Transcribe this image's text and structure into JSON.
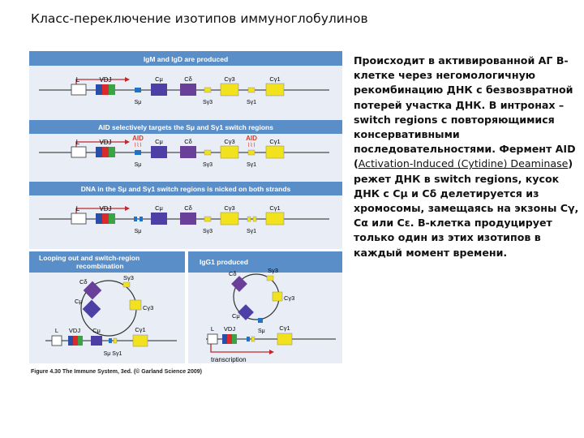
{
  "slide": {
    "title": "Класс-переключение изотипов иммуноглобулинов"
  },
  "figure": {
    "panels": [
      {
        "header": "IgM and IgD are produced"
      },
      {
        "header": "AID selectively targets the Sμ and Sγ1 switch regions"
      },
      {
        "header": "DNA in the Sμ and Sγ1 switch regions is nicked on both strands"
      },
      {
        "header": "Looping out and switch-region recombination"
      },
      {
        "header": "IgG1 produced"
      }
    ],
    "labels": {
      "L": "L",
      "VDJ": "VDJ",
      "Cmu": "Cμ",
      "Cdelta": "Cδ",
      "Cg3": "Cγ3",
      "Cg1": "Cγ1",
      "Smu": "Sμ",
      "Sg3": "Sγ3",
      "Sg1": "Sγ1",
      "Smu_Sg1": "Sμ Sγ1",
      "AID": "AID",
      "transcription": "transcription"
    },
    "caption": "Figure 4.30 The Immune System, 3ed. (© Garland Science 2009)",
    "colors": {
      "panel_header": "#5a8ec8",
      "panel_body": "#e9eef6",
      "L": "#ffffff",
      "VDJ_blue": "#2a4ea8",
      "VDJ_red": "#d92b2b",
      "VDJ_green": "#3aa444",
      "Cmu": "#4d3fa6",
      "Cdelta": "#6a3f9a",
      "Cgamma": "#f1e21d",
      "switch_blue": "#1e73c9",
      "switch_yellow": "#f0e020",
      "AID": "#d43a2a",
      "arrow": "#c0282c"
    }
  },
  "text": {
    "p1": "Происходит в активированной АГ В-клетке через негомологичную рекомбинацию ДНК с безвозвратной потерей участка ДНК. В интронах – switch regions с повторяющимися консервативными последовательностями. Фермент AID (",
    "link": "Activation-Induced (Cytidine) Deaminase",
    "p2": ") режет ДНК в switch regions, кусок ДНК с Cμ и Cδ делетируется из хромосомы, замещаясь на экзоны Cγ, Cα или Cε. В-клетка продуцирует только один из этих изотипов в каждый момент времени."
  }
}
